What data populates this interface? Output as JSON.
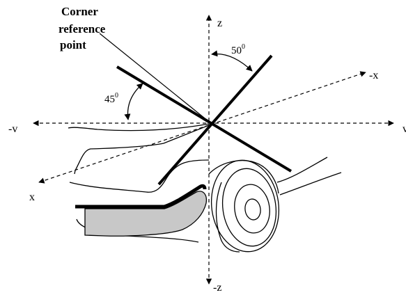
{
  "callout": {
    "line1": "Corner",
    "line2": "reference",
    "line3": "point"
  },
  "axes": {
    "z_pos": "z",
    "z_neg": "-z",
    "x_pos": "x",
    "x_neg": "-x",
    "y_neg": "-v",
    "y_pos": "v"
  },
  "angles": {
    "upper": {
      "value": "50",
      "unit": "0"
    },
    "left": {
      "value": "45",
      "unit": "0"
    }
  },
  "colors": {
    "line": "#000000",
    "bumper_fill": "#c8c8c8"
  }
}
